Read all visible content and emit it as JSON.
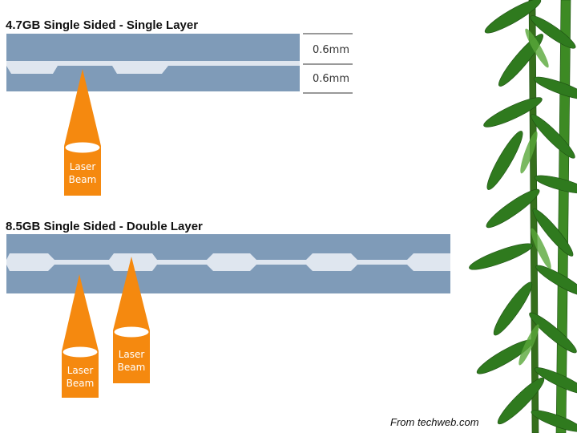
{
  "diagram_top": {
    "title": "4.7GB Single Sided - Single Layer",
    "thickness_upper": "0.6mm",
    "thickness_lower": "0.6mm",
    "beam_label_line1": "Laser",
    "beam_label_line2": "Beam"
  },
  "diagram_bottom": {
    "title": "8.5GB Single Sided - Double Layer",
    "beam_left_line1": "Laser",
    "beam_left_line2": "Beam",
    "beam_right_line1": "Laser",
    "beam_right_line2": "Beam"
  },
  "credit": "From techweb.com",
  "colors": {
    "disc_layer": "#7f9bb8",
    "pit_track": "#dfe6ef",
    "laser": "#f5890f",
    "beam_cap": "#ffffff",
    "foliage": "#2f7a1e"
  },
  "decor": {
    "side_art": "bamboo-leaves"
  }
}
